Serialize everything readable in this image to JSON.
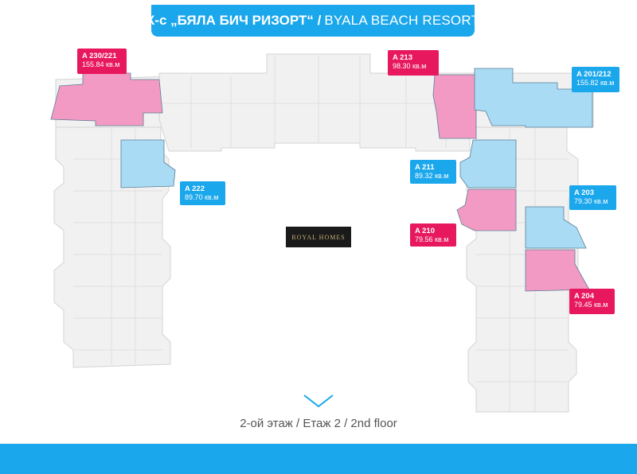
{
  "header": {
    "title_bold": "К-с „БЯЛА БИЧ РИЗОРТ“ /",
    "title_light": "BYALA BEACH RESORT"
  },
  "logo": {
    "text": "ROYAL HOMES"
  },
  "floor_label": "2-ой этаж / Етаж 2 / 2nd floor",
  "colors": {
    "accent": "#1aa7ec",
    "highlight": "#e8185e",
    "plan_fill": "#f1f1f1"
  },
  "units": [
    {
      "code": "A 230/221",
      "area": "155.84 кв.м",
      "color": "pink"
    },
    {
      "code": "A 213",
      "area": "98.30 кв.м",
      "color": "pink"
    },
    {
      "code": "A 201/212",
      "area": "155.82 кв.м",
      "color": "blue"
    },
    {
      "code": "A 222",
      "area": "89.70 кв.м",
      "color": "blue"
    },
    {
      "code": "A 211",
      "area": "89.32 кв.м",
      "color": "blue"
    },
    {
      "code": "A 203",
      "area": "79.30 кв.м",
      "color": "blue"
    },
    {
      "code": "A 210",
      "area": "79.56 кв.м",
      "color": "pink"
    },
    {
      "code": "A 204",
      "area": "79.45 кв.м",
      "color": "pink"
    }
  ]
}
